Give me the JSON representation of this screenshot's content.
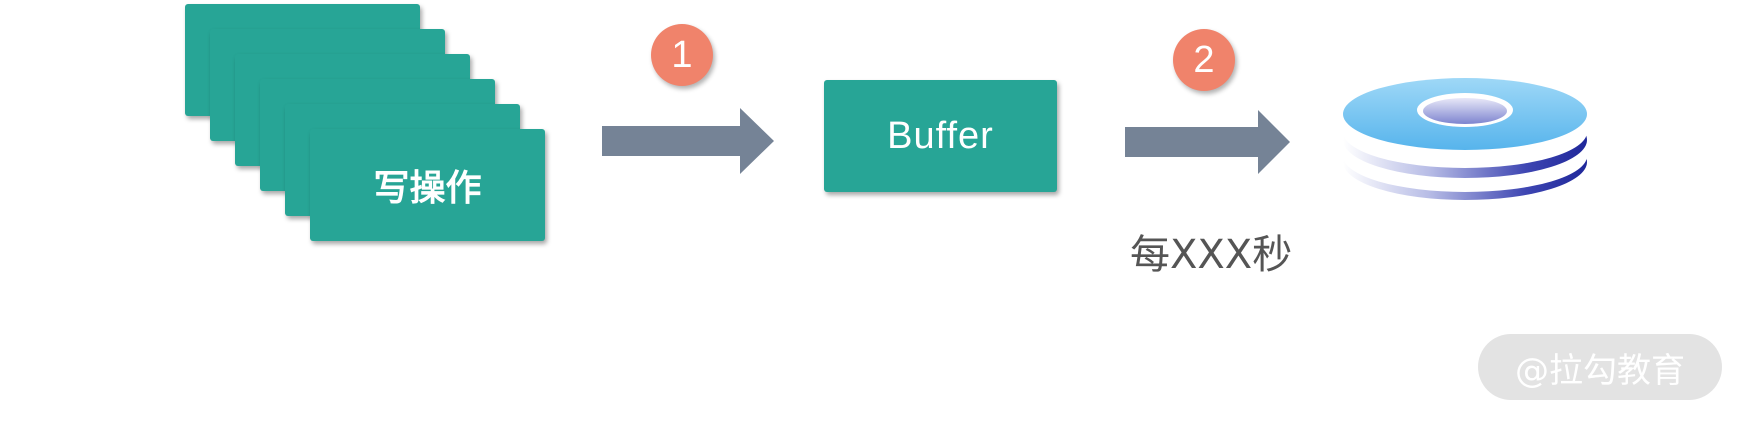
{
  "write_ops": {
    "label": "写操作"
  },
  "steps": [
    {
      "number": "1"
    },
    {
      "number": "2"
    }
  ],
  "buffer": {
    "label": "Buffer"
  },
  "interval_label": "每XXX秒",
  "watermark": "@拉勾教育",
  "colors": {
    "box_fill": "#27a596",
    "arrow_fill": "#758396",
    "badge_fill": "#f0836b",
    "disk_top": "#6ec3ef",
    "disk_layers": "#2a33a6"
  },
  "icons": {
    "disk": "disk-stack-icon"
  }
}
